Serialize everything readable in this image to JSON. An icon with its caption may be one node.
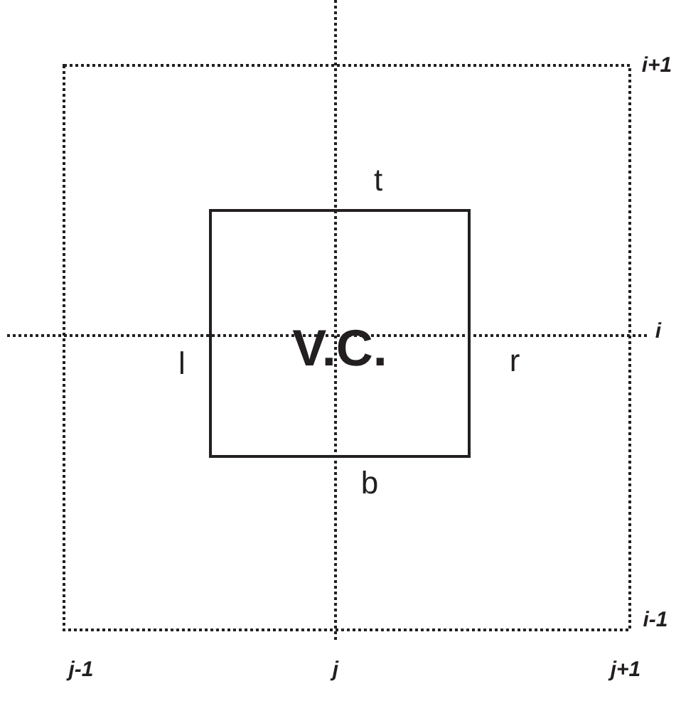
{
  "diagram": {
    "nodes": [
      {
        "text": [
          "V.C."
        ]
      }
    ],
    "labels": [
      "i+1",
      "t",
      "i",
      "l",
      "r",
      "b",
      "i-1",
      "j-1",
      "j",
      "j+1"
    ]
  }
}
